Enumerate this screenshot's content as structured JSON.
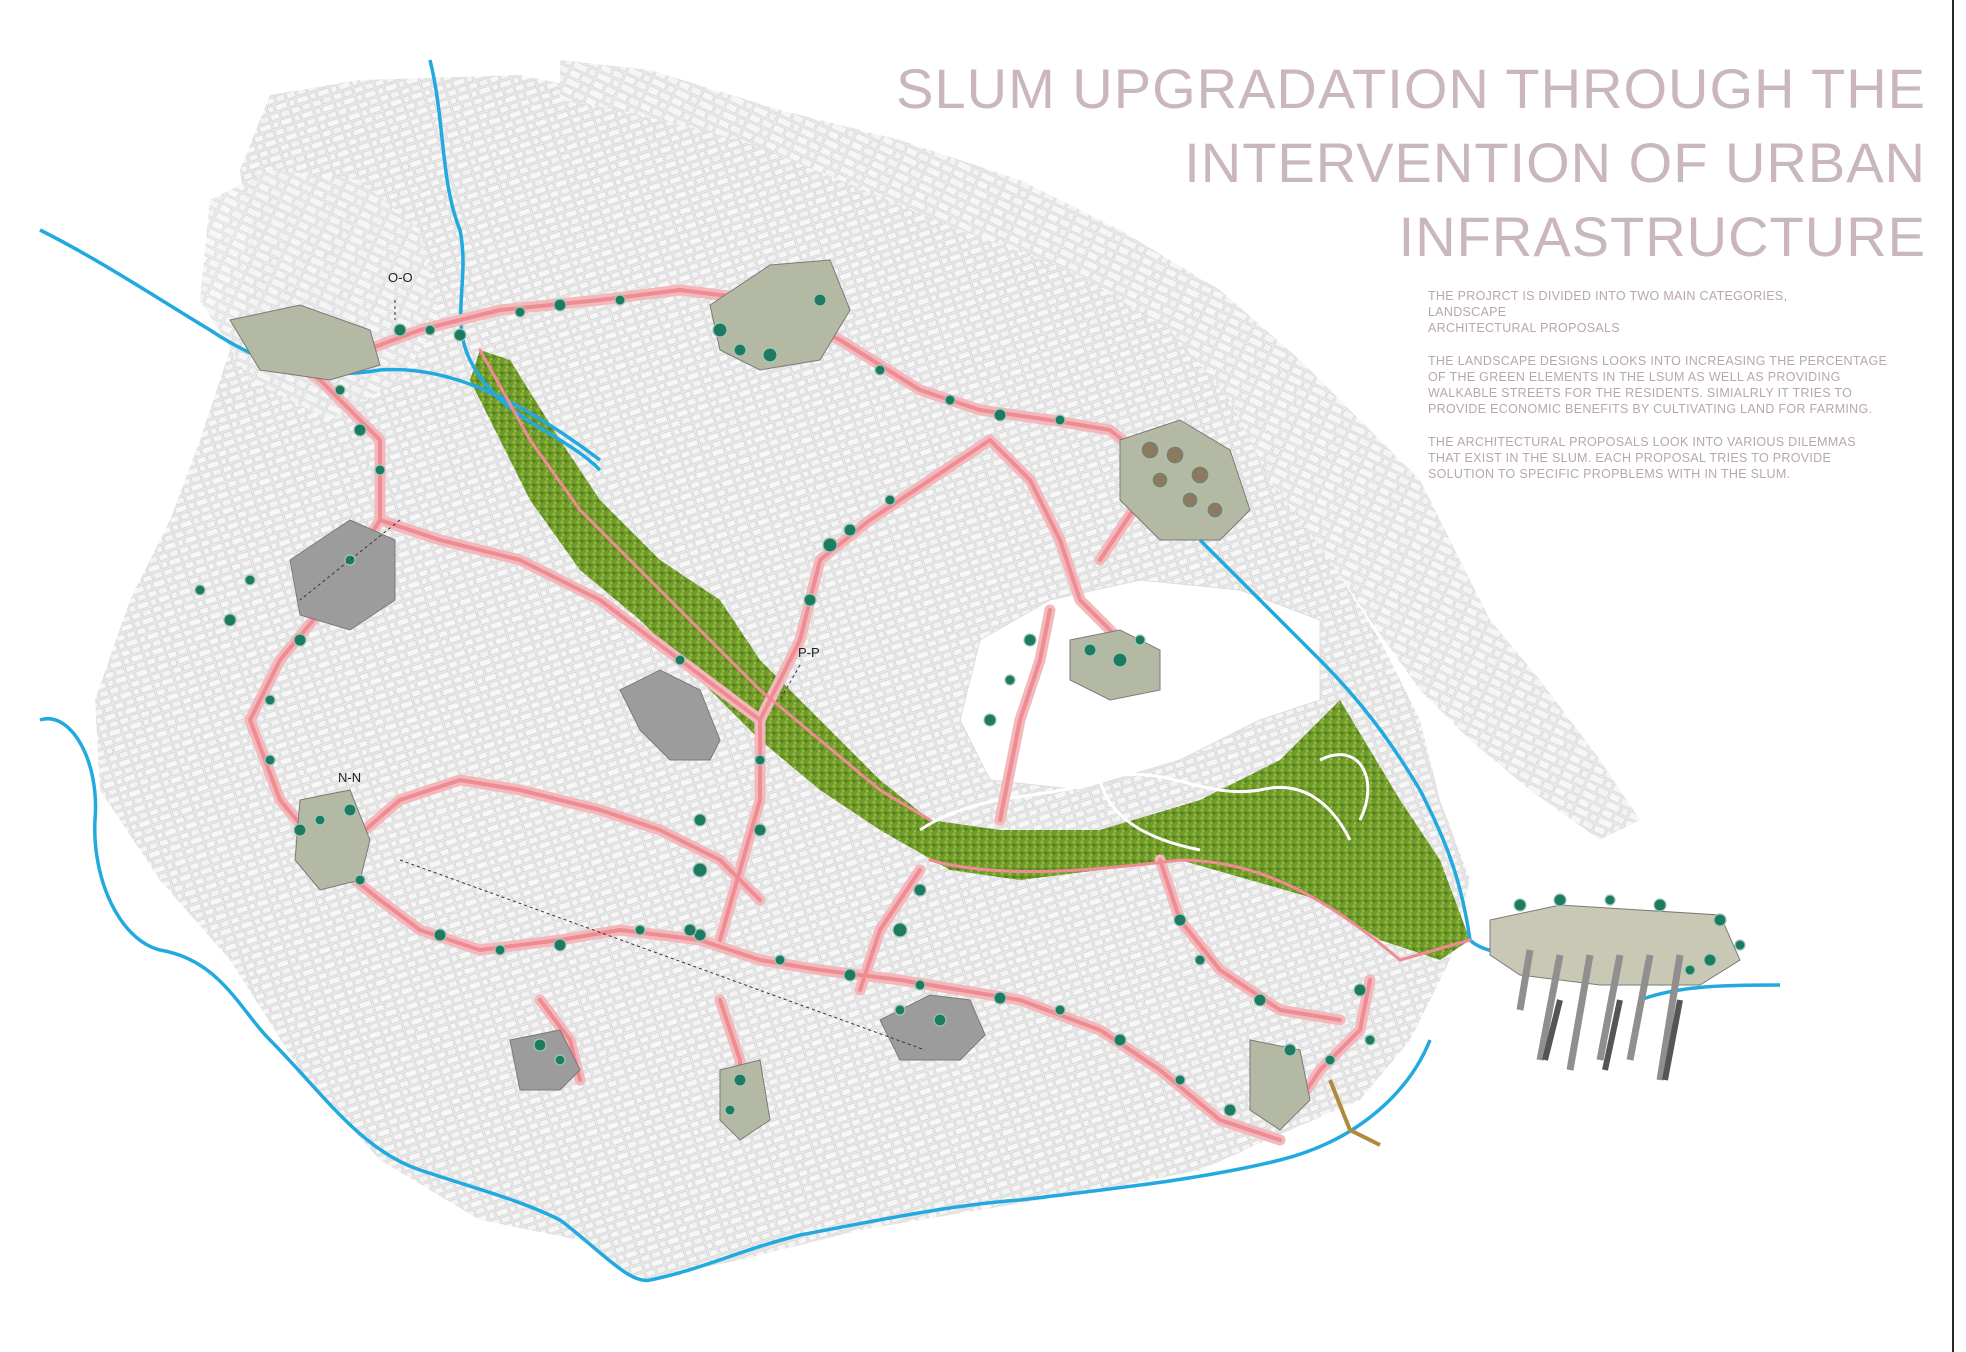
{
  "title": {
    "lines": [
      "SLUM UPGRADATION THROUGH THE",
      "INTERVENTION OF URBAN",
      "INFRASTRUCTURE"
    ]
  },
  "description": {
    "paragraphs": [
      [
        "THE PROJRCT IS DIVIDED INTO TWO MAIN CATEGORIES,",
        "LANDSCAPE",
        "ARCHITECTURAL PROPOSALS"
      ],
      [
        "THE LANDSCAPE DESIGNS LOOKS INTO INCREASING THE PERCENTAGE",
        "OF THE GREEN ELEMENTS IN THE LSUM AS WELL AS PROVIDING",
        "WALKABLE STREETS FOR THE RESIDENTS. SIMIALRLY IT TRIES TO",
        "PROVIDE ECONOMIC BENEFITS BY CULTIVATING LAND FOR FARMING."
      ],
      [
        "THE ARCHITECTURAL PROPOSALS LOOK INTO VARIOUS DILEMMAS",
        "THAT EXIST IN THE SLUM. EACH PROPOSAL TRIES TO PROVIDE",
        "SOLUTION TO SPECIFIC PROPBLEMS WITH IN THE SLUM."
      ]
    ]
  },
  "map": {
    "section_labels": {
      "o_o": "O-O",
      "p_p": "P-P",
      "n_n": "N-N"
    },
    "colors": {
      "water": "#22a9e0",
      "walkway": "#ef8c93",
      "walkway_edge": "#f3b8bb",
      "green_corridor": "#6f9a2b",
      "green_corridor_dark": "#4e7a1e",
      "buildings": "#e9e9e9",
      "building_lines": "#d2d2d2",
      "trees": "#1f7a62",
      "tree_light": "#9fc9b8",
      "plaza": "#b4b9a4",
      "title": "#c9b7bb"
    }
  }
}
